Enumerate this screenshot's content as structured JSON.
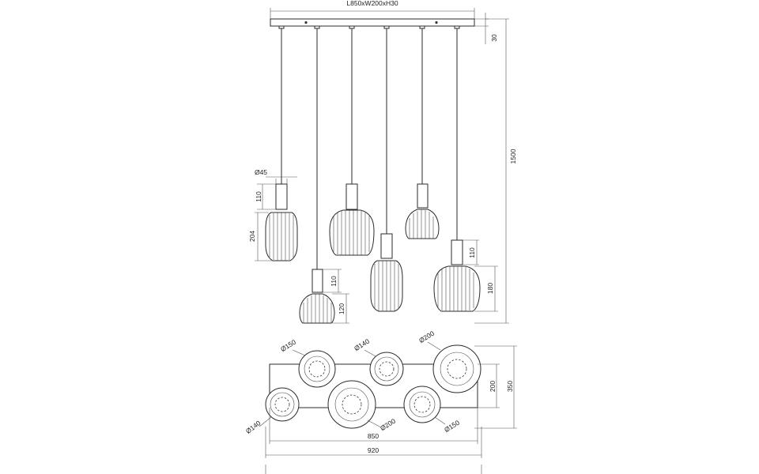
{
  "canopy": {
    "size_label": "L850xW200xH30",
    "height_label": "30"
  },
  "overall_height_label": "1500",
  "lamps": {
    "lamp1": {
      "diameter_label": "Ø45",
      "holder_label": "110",
      "shade_label": "204"
    },
    "lamp2": {
      "holder_label": "110",
      "shade_label": "120"
    },
    "lamp6": {
      "holder_label": "110",
      "shade_label": "180"
    }
  },
  "plan": {
    "shades": [
      {
        "label": "Ø150"
      },
      {
        "label": "Ø140"
      },
      {
        "label": "Ø200"
      },
      {
        "label": "Ø140"
      },
      {
        "label": "Ø200"
      },
      {
        "label": "Ø150"
      }
    ],
    "width_label": "200",
    "depth_label": "350",
    "canopy_length_label": "850",
    "total_length_label": "920"
  }
}
